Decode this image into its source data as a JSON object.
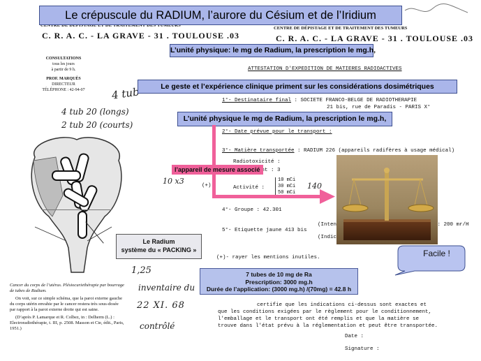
{
  "title_banner": "Le  crépuscule du RADIUM,  l’aurore du Césium et de l’Iridium",
  "banner_unite_1": "L’unité physique: le mg de Radium, la prescription le mg.h,",
  "banner_geste": "Le geste et l’expérience clinique priment sur les considérations dosimétriques",
  "banner_unite_2": "L’unité physique le mg de Radium, la prescription le mg.h,",
  "left_doc": {
    "header_1": "CENTRE DE DÉPISTAGE ET DE TRAITEMENT DES TUMEURS",
    "crac": "C. R. A. C. - LA GRAVE - 31 . TOULOUSE .03",
    "consult_title": "CONSULTATIONS",
    "consult_1": "tous les jours",
    "consult_2": "à partir de 9 h.",
    "prof": "PROF. MARQUÈS",
    "directeur": "DIRECTEUR",
    "tel": "TÉLÉPHONE : 42-94-07",
    "hw_tubes": "4 tub",
    "hw_4tub": "4 tub   20 (longs)",
    "hw_2tub": "2 tub   20 (courts)",
    "hw_10x3": "10 x3",
    "hw_125": "1,25",
    "hw_inventaire": "inventaire du",
    "hw_date": "22 XI. 68",
    "hw_controle": "contrôlé",
    "caption": "Cancer du corps de l’utérus. Plésiocuriethérapie par bourrage de tubes de Radium.",
    "caption_2": "On voit, sur ce simple schéma, que la paroi externe gauche du corps utérin envahie par le cancer restera très sous-dosée par rapport à la paroi externe droite qui est saine.",
    "citation": "(D’après P. Lamarque et R. Colbez, in : Delherm (L.) : Electroradiothérapie, t. III, p. 2508. Masson et Cie, édit., Paris, 1951.)"
  },
  "right_doc": {
    "header_1": "CENTRE DE DÉPISTAGE ET DE TRAITEMENT DES TUMEURS",
    "crac": "C. R. A. C. - LA GRAVE - 31 . TOULOUSE .03",
    "attestation": "ATTESTATION D'EXPEDITION DE MATIERES RADIOACTIVES",
    "dest_label": "1°- Destinataire final",
    "dest_value": ": SOCIETE FRANCO-BELGE DE RADIOTHERAPIE",
    "dest_addr": "21 bis, rue de Paradis - PARIS X°",
    "date_label": "2°- Date prévue pour le transport :",
    "matiere_label": "3°- Matière transportée",
    "matiere_value": ": RADIUM 226 (appareils radifères à usage médical)",
    "radiotox": "Radiotoxicité :",
    "contaminant": "Contaminant : 3",
    "activite": "Activité :",
    "act_1": "10 mCi",
    "act_2": "30 mCi",
    "act_3": "50 mCi",
    "hw_140": "140",
    "plus": "(+)",
    "groupe": "4°- Groupe : 42.301",
    "etiquette": "5°- Etiquette jaune 413 bis",
    "inten": "(Inten",
    "indic": "(Indic",
    "mr_h": "t: 200 mr/H",
    "rayer": "(+)- rayer les mentions inutiles.",
    "certifie_1": "certifie que les indications ci-dessus sont exactes et",
    "certifie_2": "que les conditions exigées par le règlement pour le conditionnement,",
    "certifie_3": "l'emballage et le transport ont été remplis et que la matière se",
    "certifie_4": "trouve dans l'état prévu à la réglementation et peut être transportée.",
    "date": "Date :",
    "signature": "Signature :"
  },
  "label_appareil": "l’appareil de mesure associé",
  "note_packing_1": "Le Radium",
  "note_packing_2": "système du « PACKING »",
  "note_dose_1": "7 tubes de 10 mg de Ra",
  "note_dose_2": "Prescription: 3000 mg.h",
  "note_dose_3": "Durée de l’application: (3000 mg.h) /(70mg) = 42.8 h",
  "callout_facile": "Facile !",
  "colors": {
    "banner": "#aab6ea",
    "accent_pink": "#f0609a",
    "callout": "#b9c4f0"
  }
}
